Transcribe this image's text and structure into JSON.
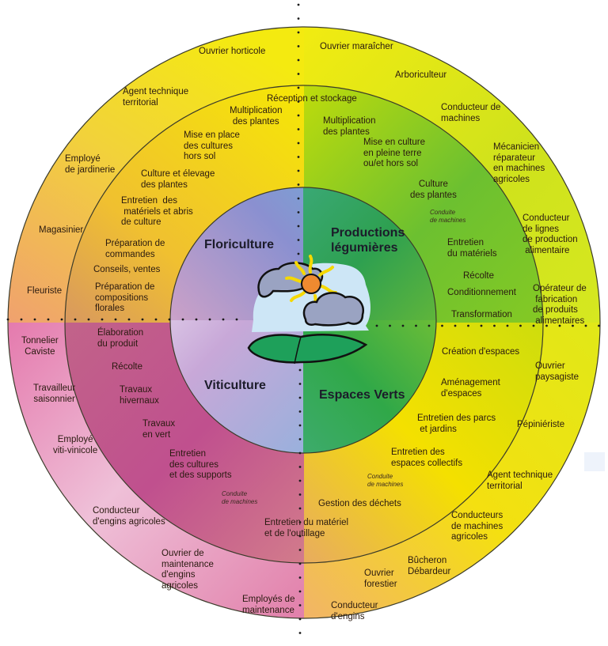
{
  "title": "Métiers de l'horticulture, des espaces verts et de la viticulture",
  "colors": {
    "outline": "#3b3b2a",
    "dots": "#1a1a1a",
    "yellow": "#f2e600",
    "green_yellow": "#c6e000",
    "green": "#3fae3f",
    "blue": "#6db8df",
    "pink": "#e07aaa",
    "magenta": "#c4508a",
    "orange": "#f0b050",
    "lavender": "#a88ac0"
  },
  "center": {
    "sectors": {
      "floriculture": "Floriculture",
      "productions_legumieres": "Productions\nlégumières",
      "viticulture": "Viticulture",
      "espaces_verts": "Espaces Verts"
    },
    "icon": "sun-clouds-hills-icon"
  },
  "middle_ring": {
    "reception": "Réception et stockage",
    "floriculture": [
      "Multiplication\ndes plantes",
      "Mise en place\ndes cultures\nhors sol",
      "Culture et élevage\ndes plantes",
      "Entretien  des\n matériels et abris\nde culture",
      "Préparation de\ncommandes",
      "Conseils, ventes",
      "Préparation de\ncompositions\nflorales"
    ],
    "legumes": [
      "Multiplication\ndes plantes",
      "Mise en culture\nen pleine terre\nou/et hors sol",
      "Culture\ndes plantes",
      "Conduite\nde machines",
      "Entretien\ndu matériels",
      "Récolte",
      "Conditionnement",
      "Transformation"
    ],
    "viticulture": [
      "Élaboration\ndu produit",
      "Récolte",
      "Travaux\nhivernaux",
      "Travaux\nen vert",
      "Entretien\ndes cultures\net des supports",
      "Conduite\nde machines"
    ],
    "espaces_verts": [
      "Création d'espaces",
      "Aménagement\nd'espaces",
      "Entretien des parcs\n et jardins",
      "Entretien des\nespaces collectifs",
      "Conduite\nde machines",
      "Gestion des déchets"
    ],
    "shared_bottom": "Entretien du matériel\net de l'outillage"
  },
  "outer_ring": {
    "floriculture": [
      "Ouvrier horticole",
      "Agent technique\nterritorial",
      "Employé\nde jardinerie",
      "Magasinier",
      "Fleuriste"
    ],
    "legumes": [
      "Ouvrier maraîcher",
      "Arboriculteur",
      "Conducteur de\nmachines",
      "Mécanicien\nréparateur\nen machines\nagricoles",
      "Conducteur\nde lignes\nde production\n alimentaire",
      "Opérateur de\n fabrication\nde produits\n alimentaires"
    ],
    "viticulture": [
      "Tonnelier\nCaviste",
      "Travailleur\nsaisonnier",
      "Employé\nviti-vinicole",
      "Conducteur\nd'engins agricoles",
      "Ouvrier de\nmaintenance\nd'engins\nagricoles",
      "Employés de\nmaintenance"
    ],
    "espaces_verts": [
      "Ouvrier\npaysagiste",
      "Pépiniériste",
      "Agent technique\nterritorial",
      "Conducteurs\nde machines\nagricoles",
      "Bûcheron\nDébardeur",
      "Ouvrier\nforestier",
      "Conducteur\nd'engins"
    ]
  }
}
